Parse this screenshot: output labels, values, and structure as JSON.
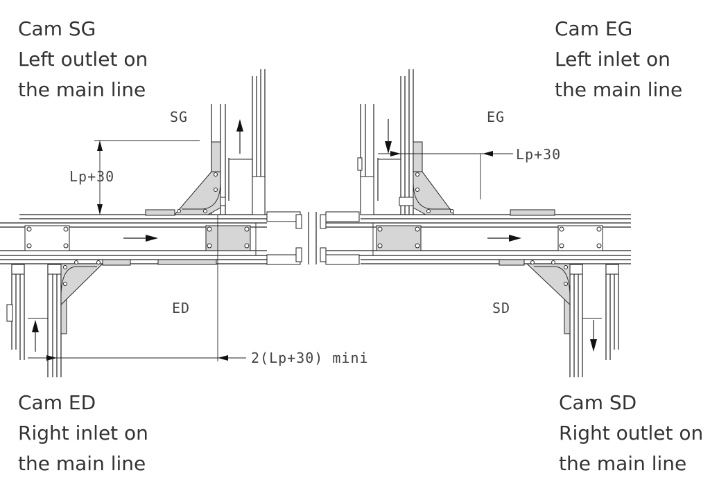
{
  "captions": {
    "sg": {
      "line1": "Cam SG",
      "line2": "Left outlet on",
      "line3": "the main line"
    },
    "eg": {
      "line1": "Cam EG",
      "line2": "Left inlet on",
      "line3": "the main line"
    },
    "ed": {
      "line1": "Cam ED",
      "line2": "Right inlet on",
      "line3": "the main line"
    },
    "sd": {
      "line1": "Cam SD",
      "line2": "Right outlet on",
      "line3": "the main line"
    }
  },
  "drawing_labels": {
    "sg": "SG",
    "eg": "EG",
    "ed": "ED",
    "sd": "SD",
    "lp_left": "Lp+30",
    "lp_right": "Lp+30",
    "min_distance": "2(Lp+30) mini"
  },
  "colors": {
    "caption_text": "#333333",
    "line": "#222222",
    "fill_gray": "#d6d6d6"
  }
}
